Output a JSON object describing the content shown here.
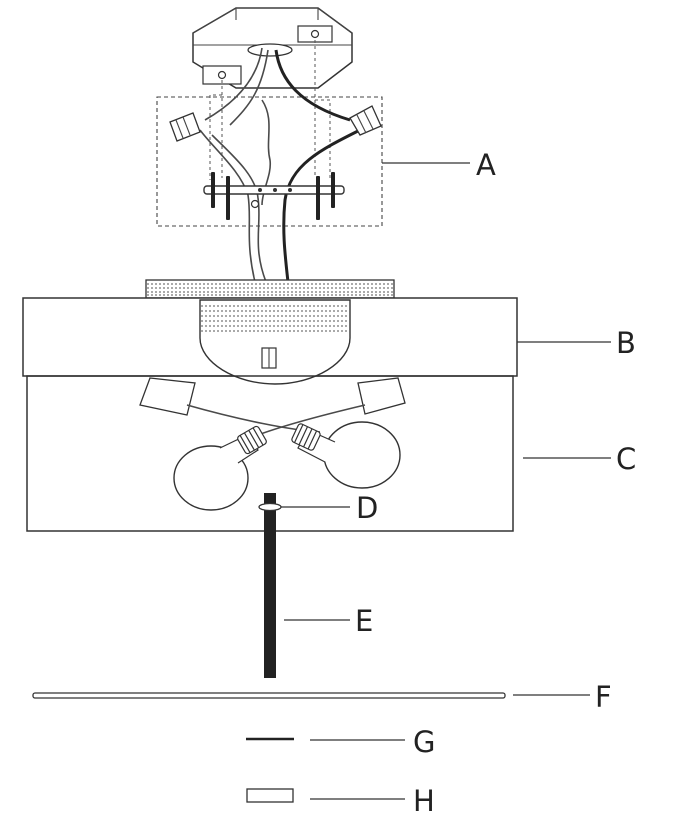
{
  "labels": {
    "a": "A",
    "b": "B",
    "c": "C",
    "d": "D",
    "e": "E",
    "f": "F",
    "g": "G",
    "h": "H"
  },
  "colors": {
    "line": "#333333",
    "rod": "#222222",
    "background": "#ffffff"
  }
}
